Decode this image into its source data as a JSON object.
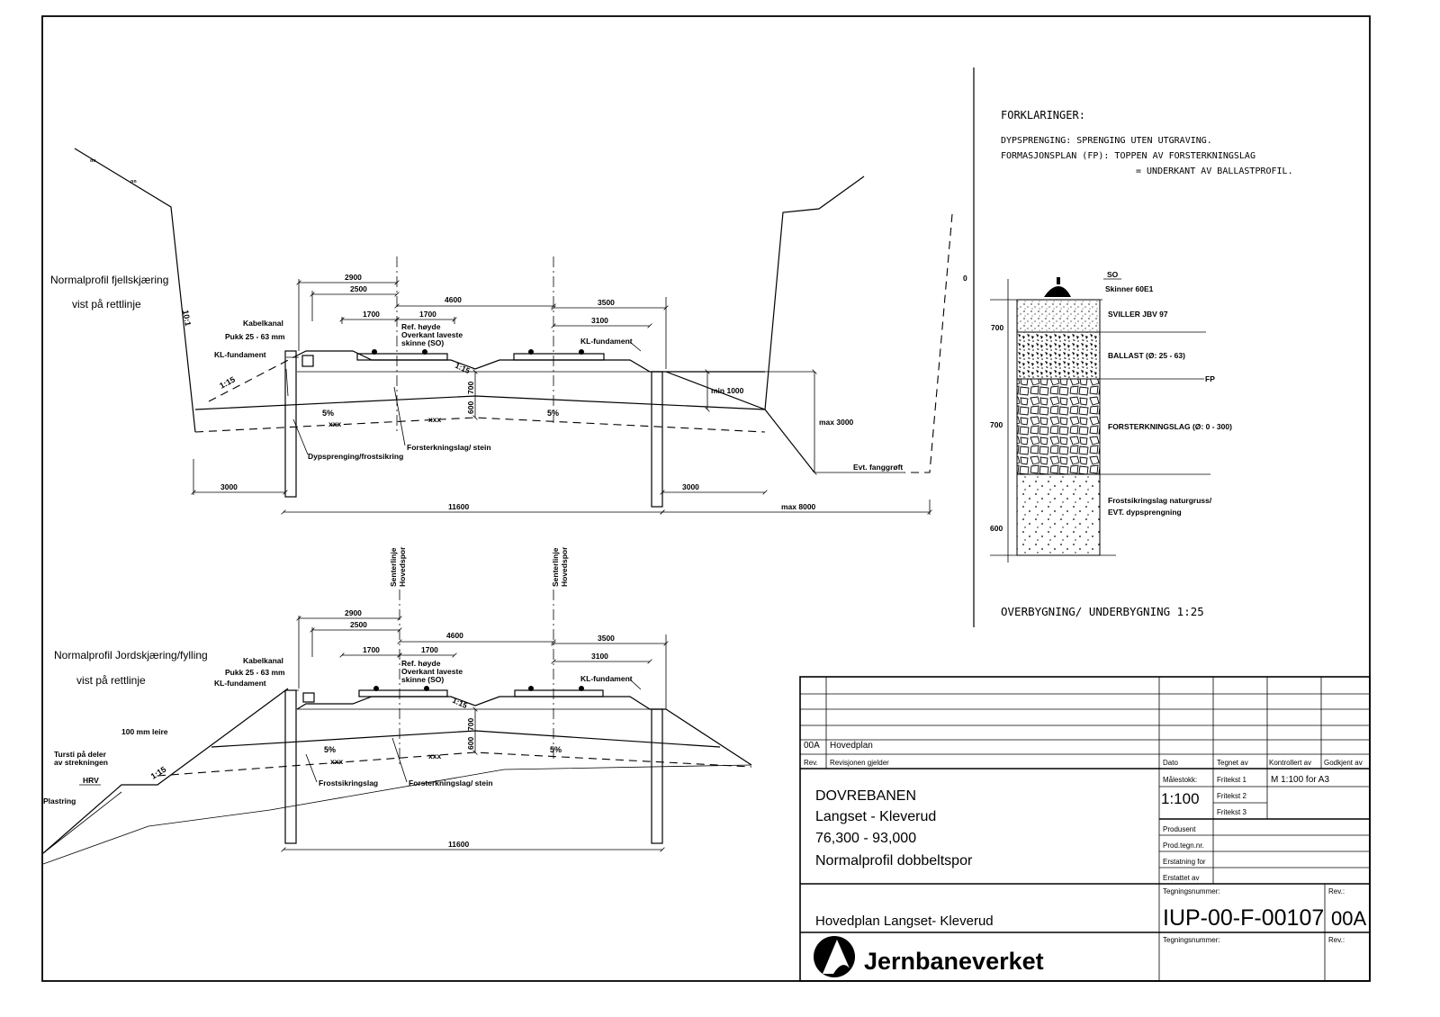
{
  "section1": {
    "title_line1": "Normalprofil fjellskjæring",
    "title_line2": "vist på rettlinje",
    "labels": {
      "kabelkanal": "Kabelkanal",
      "pukk": "Pukk 25 - 63 mm",
      "kl_fund_left": "KL-fundament",
      "kl_fund_right": "KL-fundament",
      "ref_1": "Ref. høyde",
      "ref_2": "Overkant laveste",
      "ref_3": "skinne (SO)",
      "min1000": "min 1000",
      "max3000": "max 3000",
      "fanggroft": "Evt. fanggrøft",
      "dypspr": "Dypsprenging/frostsikring",
      "forst": "Forsterkningslag/ stein",
      "slope_115a": "1:15",
      "slope_115b": "1:15",
      "slope_101": "10:1",
      "pct_left": "5%",
      "pct_right": "5%",
      "xxx_a": "xxx",
      "xxx_b": "xxx",
      "zero": "0"
    },
    "dims": {
      "d2900": "2900",
      "d2500": "2500",
      "d4600": "4600",
      "d3500": "3500",
      "d1700a": "1700",
      "d1700b": "1700",
      "d3100": "3100",
      "d700": "700",
      "d600": "600",
      "d3000a": "3000",
      "d3000b": "3000",
      "d11600": "11600",
      "dmax8000": "max 8000"
    }
  },
  "section2": {
    "title_line1": "Normalprofil Jordskjæring/fylling",
    "title_line2": "vist på rettlinje",
    "centerline_1": "Senterlinje",
    "centerline_2": "Hovedspor",
    "labels": {
      "kabelkanal": "Kabelkanal",
      "pukk": "Pukk 25 - 63 mm",
      "kl_fund_left": "KL-fundament",
      "kl_fund_right": "KL-fundament",
      "ref_1": "Ref. høyde",
      "ref_2": "Overkant laveste",
      "ref_3": "skinne (SO)",
      "leire": "100 mm leire",
      "tursti_1": "Tursti på deler",
      "tursti_2": "av strekningen",
      "hrv": "HRV",
      "plastring": "Plastring",
      "frost": "Frostsikringslag",
      "forst": "Forsterkningslag/ stein",
      "slope_115a": "1:15",
      "slope_115b": "1:15",
      "pct_left": "5%",
      "pct_right": "5%",
      "xxx_a": "xxx",
      "xxx_b": "xxx"
    },
    "dims": {
      "d2900": "2900",
      "d2500": "2500",
      "d4600": "4600",
      "d3500": "3500",
      "d1700a": "1700",
      "d1700b": "1700",
      "d3100": "3100",
      "d700": "700",
      "d600": "600",
      "d11600": "11600"
    }
  },
  "legend": {
    "heading": "FORKLARINGER:",
    "line1": "DYPSPRENGING: SPRENGING UTEN UTGRAVING.",
    "line2": "FORMASJONSPLAN (FP): TOPPEN AV FORSTERKNINGSLAG",
    "line3": "= UNDERKANT AV BALLASTPROFIL."
  },
  "layers": {
    "so": "SO",
    "skinner": "Skinner 60E1",
    "sviller": "SVILLER JBV 97",
    "ballast": "BALLAST (Ø: 25 - 63)",
    "fp": "FP",
    "forst": "FORSTERKNINGSLAG (Ø: 0 - 300)",
    "frost_1": "Frostsikringslag naturgruss/",
    "frost_2": "EVT. dypsprengning",
    "d700a": "700",
    "d700b": "700",
    "d600": "600",
    "caption": "OVERBYGNING/ UNDERBYGNING 1:25"
  },
  "titleblock": {
    "rev_code": "00A",
    "rev_desc": "Hovedplan",
    "h_rev": "Rev.",
    "h_revdesc": "Revisjonen gjelder",
    "h_dato": "Dato",
    "h_tegnet": "Tegnet av",
    "h_kontrollert": "Kontrollert av",
    "h_godkjent": "Godkjent av",
    "project_1": "DOVREBANEN",
    "project_2": "Langset - Kleverud",
    "project_3": "76,300 - 93,000",
    "project_4": "Normalprofil dobbeltspor",
    "malestokk_label": "Målestokk:",
    "malestokk": "1:100",
    "fritekst1": "Fritekst 1",
    "fritekst2": "Fritekst 2",
    "fritekst3": "Fritekst 3",
    "scale_note": "M 1:100 for A3",
    "produsent": "Produsent",
    "prodtegn": "Prod.tegn.nr.",
    "erstatning": "Erstatning for",
    "erstattet": "Erstattet av",
    "title": "Hovedplan Langset- Kleverud",
    "tegningsnummer_label": "Tegningsnummer:",
    "tegningsnummer": "IUP-00-F-00107",
    "rev_label": "Rev.:",
    "rev_value": "00A",
    "tegningsnummer_label2": "Tegningsnummer:",
    "rev_label2": "Rev.:",
    "company": "Jernbaneverket"
  }
}
